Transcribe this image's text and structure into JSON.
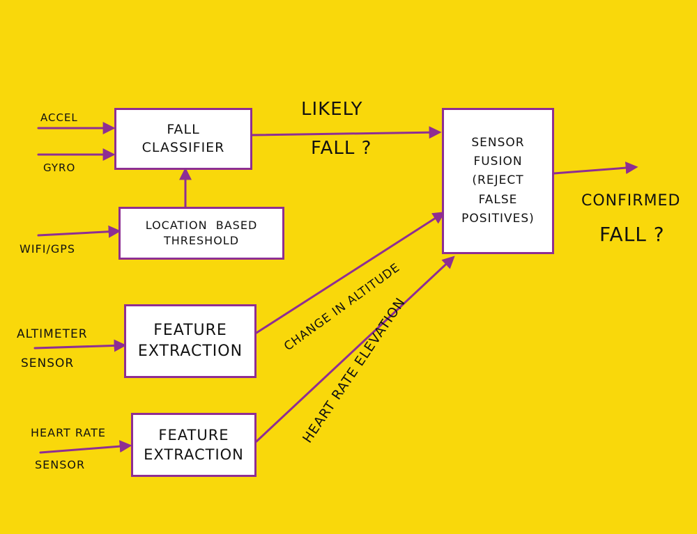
{
  "inputs": {
    "accel": "ACCEL",
    "gyro": "GYRO",
    "wifi_gps": "WIFI/GPS",
    "altimeter_line1": "ALTIMETER",
    "altimeter_line2": "SENSOR",
    "heart_line1": "HEART RATE",
    "heart_line2": "SENSOR"
  },
  "boxes": {
    "fall_classifier": [
      "FALL",
      "CLASSIFIER"
    ],
    "location_threshold": [
      "LOCATION  BASED",
      "THRESHOLD"
    ],
    "feature_extraction_1": [
      "FEATURE",
      "EXTRACTION"
    ],
    "feature_extraction_2": [
      "FEATURE",
      "EXTRACTION"
    ],
    "sensor_fusion": [
      "SENSOR",
      "FUSION",
      "(REJECT",
      "FALSE",
      "POSITIVES)"
    ]
  },
  "edges": {
    "likely_fall_line1": "LIKELY",
    "likely_fall_line2": "FALL ?",
    "change_in_altitude": "CHANGE IN ALTITUDE",
    "heart_rate_elevation": "HEART RATE ELEVATION",
    "confirmed_fall_line1": "CONFIRMED",
    "confirmed_fall_line2": "FALL ?"
  },
  "colors": {
    "background": "#F9D80B",
    "arrow": "#8E2E93",
    "box_fill": "#FFFFFF",
    "ink": "#111111"
  }
}
